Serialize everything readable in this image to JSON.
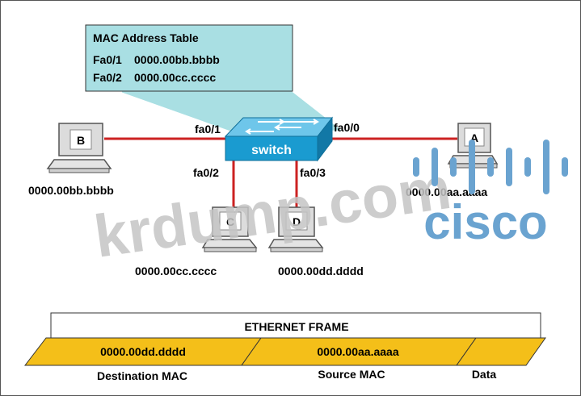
{
  "mac_table": {
    "title": "MAC Address Table",
    "entries": [
      {
        "port": "Fa0/1",
        "mac": "0000.00bb.bbbb"
      },
      {
        "port": "Fa0/2",
        "mac": "0000.00cc.cccc"
      }
    ]
  },
  "switch": {
    "label": "switch"
  },
  "ports": {
    "left": "fa0/1",
    "right": "fa0/0",
    "down_left": "fa0/2",
    "down_right": "fa0/3"
  },
  "hosts": {
    "B": {
      "name": "B",
      "mac": "0000.00bb.bbbb"
    },
    "A": {
      "name": "A",
      "mac": "0000.00aa.aaaa"
    },
    "C": {
      "name": "C",
      "mac": "0000.00cc.cccc"
    },
    "D": {
      "name": "D",
      "mac": "0000.00dd.dddd"
    }
  },
  "frame": {
    "header": "ETHERNET FRAME",
    "fields": [
      {
        "value": "0000.00dd.dddd",
        "label": "Destination MAC"
      },
      {
        "value": "0000.00aa.aaaa",
        "label": "Source MAC"
      },
      {
        "value": "",
        "label": "Data"
      }
    ]
  },
  "watermark": {
    "text": "krdump.com",
    "logo_text": "cisco"
  },
  "colors": {
    "link": "#cc2222",
    "table_bg": "#a9dfe3",
    "switch": "#1a9bd0",
    "frame_fill": "#f4bf19",
    "watermark": "#c4c4c4",
    "logo": "#6aa3d0"
  }
}
